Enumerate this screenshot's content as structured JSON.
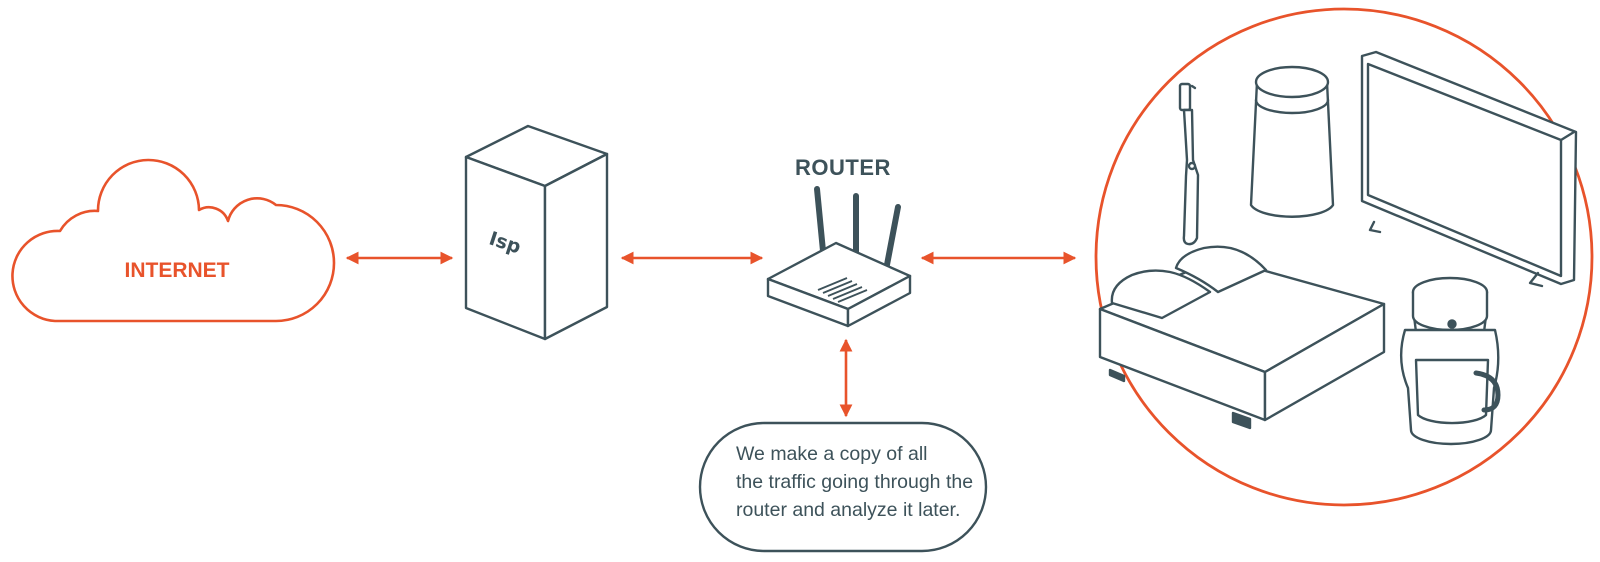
{
  "labels": {
    "internet": "INTERNET",
    "isp": "Isp",
    "router": "ROUTER"
  },
  "note": {
    "lines": [
      "We make a copy of all",
      "the traffic going through the",
      "router and analyze it later."
    ]
  },
  "icons": [
    "cloud-icon",
    "server-box-icon",
    "router-icon",
    "toothbrush-icon",
    "smart-speaker-icon",
    "television-icon",
    "bed-icon",
    "coffee-maker-icon"
  ],
  "colors": {
    "accent": "#e8532b",
    "ink": "#3d525a",
    "background": "#ffffff"
  }
}
